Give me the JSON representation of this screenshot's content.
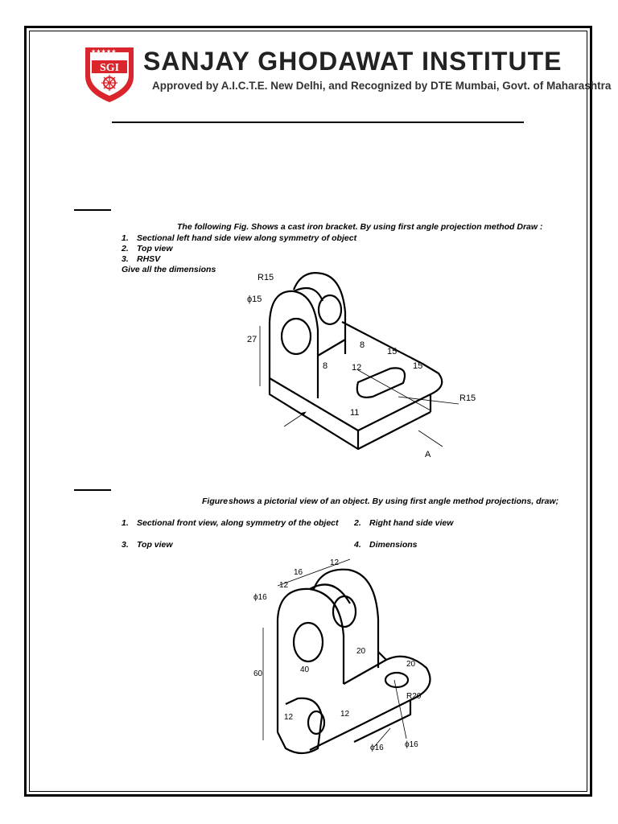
{
  "header": {
    "logo_text": "SGI",
    "institute_name": "SANJAY GHODAWAT INSTITUTE",
    "approval": "Approved by A.I.C.T.E. New Delhi, and Recognized by DTE Mumbai, Govt. of Maharashtra",
    "colors": {
      "logo_red": "#d9252b",
      "title": "#222222"
    }
  },
  "question1": {
    "intro": "The following Fig. Shows a cast iron bracket. By using first angle projection method Draw :",
    "items": [
      {
        "num": "1.",
        "text": "Sectional left hand side view along symmetry of object"
      },
      {
        "num": "2.",
        "text": "Top view"
      },
      {
        "num": "3.",
        "text": "RHSV"
      }
    ],
    "footer": "Give all the dimensions",
    "figure_labels": {
      "r15_top": "R15",
      "dia15": "ϕ15",
      "d27": "27",
      "d8_left": "8",
      "d8_right": "8",
      "d15_a": "15",
      "d15_b": "15",
      "d12": "12",
      "r15_slot": "R15",
      "d11": "11",
      "view_a": "A"
    }
  },
  "question2": {
    "intro_lead": "Figure",
    "intro_rest": "shows a pictorial view of an object. By using first angle method projections, draw;",
    "items": [
      {
        "num": "1.",
        "text": "Sectional front view, along symmetry of the object"
      },
      {
        "num": "2.",
        "text": "Right hand side view"
      },
      {
        "num": "3.",
        "text": "Top view"
      },
      {
        "num": "4.",
        "text": "Dimensions"
      }
    ],
    "figure_labels": {
      "d12_top": "12",
      "d16_top": "16",
      "d12_left": "12",
      "dia16_top": "ϕ16",
      "d60": "60",
      "d20_mid": "20",
      "d40": "40",
      "d20_right": "20",
      "r20": "R20",
      "d12_base": "12",
      "d12_vert": "12",
      "dia16_a": "ϕ16",
      "dia16_b": "ϕ16"
    }
  }
}
